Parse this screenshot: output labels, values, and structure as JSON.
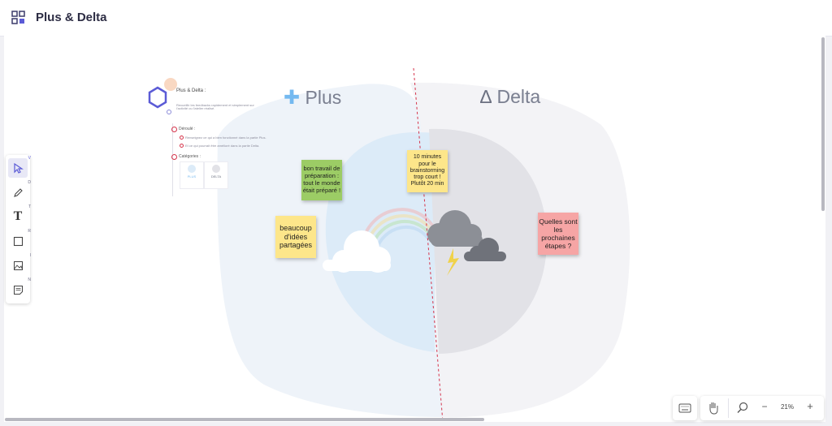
{
  "app": {
    "title": "Plus & Delta"
  },
  "board": {
    "plus_label": "Plus",
    "delta_label": "Delta",
    "plus_symbol": "✚",
    "delta_symbol": "∆"
  },
  "info_panel": {
    "title": "Plus & Delta :",
    "subtitle": "Recueillir les feedbacks rapidement et simplement sur l'activité ou l'atelier réalisé.",
    "section1": "Déroulé :",
    "step1": "Renseignez ce qui a bien fonctionné dans la partie Plus.",
    "step2": "Et ce qui pourrait être amélioré dans la partie Delta.",
    "section2": "Catégories :",
    "cat1": "PLUS",
    "cat2": "DELTA"
  },
  "stickies": [
    {
      "text": "bon travail de préparation : tout le monde était préparé !",
      "color": "#9ccc65"
    },
    {
      "text": "beaucoup d'idées partagées",
      "color": "#fde68a"
    },
    {
      "text": "10 minutes pour le brainstorming trop court ! Plutôt 20 min",
      "color": "#fde68a"
    },
    {
      "text": "Quelles sont les prochaines étapes ?",
      "color": "#f6a5a5"
    }
  ],
  "toolbar": {
    "select_key": "V",
    "pen_key": "D",
    "text_key": "T",
    "text_glyph": "T",
    "shape_key": "R",
    "image_key": "I",
    "note_key": "N"
  },
  "zoom": {
    "value": "21%",
    "minus": "−",
    "plus": "+"
  },
  "colors": {
    "accent": "#5b5bd6",
    "divider": "#d6334a",
    "plus_blue": "#74b9f0",
    "delta_gray": "#6b7080"
  }
}
